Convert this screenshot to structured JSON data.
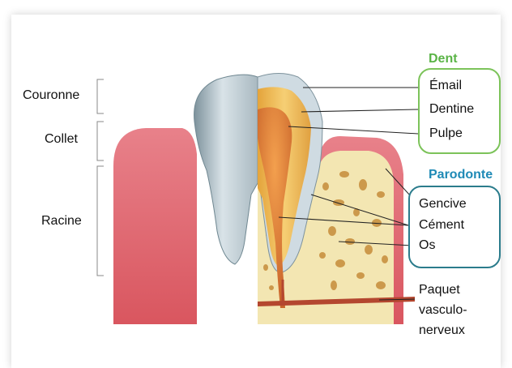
{
  "labels": {
    "couronne": "Couronne",
    "collet": "Collet",
    "racine": "Racine",
    "paquet": [
      "Paquet",
      "vasculo-",
      "nerveux"
    ]
  },
  "groups": {
    "dent": {
      "title": "Dent",
      "color": "#5ab446",
      "items": [
        "Émail",
        "Dentine",
        "Pulpe"
      ]
    },
    "parodonte": {
      "title": "Parodonte",
      "color": "#1f8ab6",
      "items": [
        "Gencive",
        "Cément",
        "Os"
      ]
    }
  }
}
